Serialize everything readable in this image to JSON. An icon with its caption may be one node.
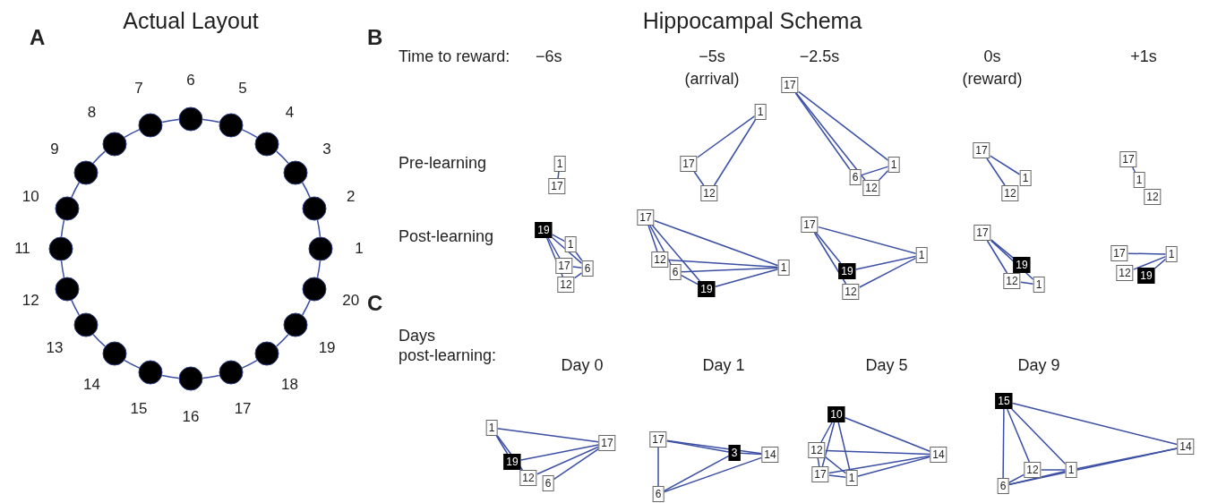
{
  "diagram": {
    "nodes": [
      {
        "text": [],
        "shape": "circle",
        "beside": [
          "1"
        ]
      },
      {
        "text": [],
        "shape": "circle",
        "beside": [
          "2"
        ]
      },
      {
        "text": [],
        "shape": "circle",
        "beside": [
          "3"
        ]
      },
      {
        "text": [],
        "shape": "circle",
        "beside": [
          "4"
        ]
      },
      {
        "text": [],
        "shape": "circle",
        "beside": [
          "5"
        ]
      },
      {
        "text": [],
        "shape": "circle",
        "beside": [
          "6"
        ]
      },
      {
        "text": [],
        "shape": "circle",
        "beside": [
          "7"
        ]
      },
      {
        "text": [],
        "shape": "circle",
        "beside": [
          "8"
        ]
      },
      {
        "text": [],
        "shape": "circle",
        "beside": [
          "9"
        ]
      },
      {
        "text": [],
        "shape": "circle",
        "beside": [
          "10"
        ]
      },
      {
        "text": [],
        "shape": "circle",
        "beside": [
          "11"
        ]
      },
      {
        "text": [],
        "shape": "circle",
        "beside": [
          "12"
        ]
      },
      {
        "text": [],
        "shape": "circle",
        "beside": [
          "13"
        ]
      },
      {
        "text": [],
        "shape": "circle",
        "beside": [
          "14"
        ]
      },
      {
        "text": [],
        "shape": "circle",
        "beside": [
          "15"
        ]
      },
      {
        "text": [],
        "shape": "circle",
        "beside": [
          "16"
        ]
      },
      {
        "text": [],
        "shape": "circle",
        "beside": [
          "17"
        ]
      },
      {
        "text": [],
        "shape": "circle",
        "beside": [
          "18"
        ]
      },
      {
        "text": [],
        "shape": "circle",
        "beside": [
          "19"
        ]
      },
      {
        "text": [],
        "shape": "circle",
        "beside": [
          "20"
        ]
      },
      {
        "text": [
          "1"
        ]
      },
      {
        "text": [
          "17"
        ]
      },
      {
        "text": [
          "19"
        ]
      },
      {
        "text": [
          "1"
        ]
      },
      {
        "text": [
          "17"
        ]
      },
      {
        "text": [
          "6"
        ]
      },
      {
        "text": [
          "12"
        ]
      },
      {
        "text": [
          "1"
        ]
      },
      {
        "text": [
          "17"
        ]
      },
      {
        "text": [
          "12"
        ]
      },
      {
        "text": [
          "17"
        ]
      },
      {
        "text": [
          "12"
        ]
      },
      {
        "text": [
          "6"
        ]
      },
      {
        "text": [
          "19"
        ]
      },
      {
        "text": [
          "1"
        ]
      },
      {
        "text": [
          "17"
        ]
      },
      {
        "text": [
          "1"
        ]
      },
      {
        "text": [
          "6"
        ]
      },
      {
        "text": [
          "12"
        ]
      },
      {
        "text": [
          "17"
        ]
      },
      {
        "text": [
          "1"
        ]
      },
      {
        "text": [
          "19"
        ]
      },
      {
        "text": [
          "12"
        ]
      },
      {
        "text": [
          "17"
        ]
      },
      {
        "text": [
          "1"
        ]
      },
      {
        "text": [
          "12"
        ]
      },
      {
        "text": [
          "17"
        ]
      },
      {
        "text": [
          "19"
        ]
      },
      {
        "text": [
          "12"
        ]
      },
      {
        "text": [
          "1"
        ]
      },
      {
        "text": [
          "17"
        ]
      },
      {
        "text": [
          "1"
        ]
      },
      {
        "text": [
          "12"
        ]
      },
      {
        "text": [
          "17"
        ]
      },
      {
        "text": [
          "12"
        ]
      },
      {
        "text": [
          "1"
        ]
      },
      {
        "text": [
          "19"
        ]
      },
      {
        "text": [
          "1"
        ]
      },
      {
        "text": [
          "17"
        ]
      },
      {
        "text": [
          "19"
        ]
      },
      {
        "text": [
          "12"
        ]
      },
      {
        "text": [
          "6"
        ]
      },
      {
        "text": [
          "17"
        ]
      },
      {
        "text": [
          "3"
        ]
      },
      {
        "text": [
          "14"
        ]
      },
      {
        "text": [
          "6"
        ]
      },
      {
        "text": [
          "10"
        ]
      },
      {
        "text": [
          "12"
        ]
      },
      {
        "text": [
          "17"
        ]
      },
      {
        "text": [
          "1"
        ]
      },
      {
        "text": [
          "14"
        ]
      },
      {
        "text": [
          "15"
        ]
      },
      {
        "text": [
          "12"
        ]
      },
      {
        "text": [
          "1"
        ]
      },
      {
        "text": [
          "6"
        ]
      },
      {
        "text": [
          "14"
        ]
      }
    ],
    "edges": [
      {
        "from": 0,
        "to": 1,
        "arrow": "none"
      },
      {
        "from": 1,
        "to": 2,
        "arrow": "none"
      },
      {
        "from": 2,
        "to": 3,
        "arrow": "none"
      },
      {
        "from": 3,
        "to": 4,
        "arrow": "none"
      },
      {
        "from": 4,
        "to": 5,
        "arrow": "none"
      },
      {
        "from": 5,
        "to": 6,
        "arrow": "none"
      },
      {
        "from": 6,
        "to": 7,
        "arrow": "none"
      },
      {
        "from": 7,
        "to": 8,
        "arrow": "none"
      },
      {
        "from": 8,
        "to": 9,
        "arrow": "none"
      },
      {
        "from": 9,
        "to": 10,
        "arrow": "none"
      },
      {
        "from": 10,
        "to": 11,
        "arrow": "none"
      },
      {
        "from": 11,
        "to": 12,
        "arrow": "none"
      },
      {
        "from": 12,
        "to": 13,
        "arrow": "none"
      },
      {
        "from": 13,
        "to": 14,
        "arrow": "none"
      },
      {
        "from": 14,
        "to": 15,
        "arrow": "none"
      },
      {
        "from": 15,
        "to": 16,
        "arrow": "none"
      },
      {
        "from": 16,
        "to": 17,
        "arrow": "none"
      },
      {
        "from": 17,
        "to": 18,
        "arrow": "none"
      },
      {
        "from": 18,
        "to": 19,
        "arrow": "none"
      },
      {
        "from": 19,
        "to": 0,
        "arrow": "none"
      },
      {
        "from": 20,
        "to": 21,
        "arrow": "none"
      },
      {
        "from": 22,
        "to": 23,
        "arrow": "none"
      },
      {
        "from": 22,
        "to": 24,
        "arrow": "none"
      },
      {
        "from": 22,
        "to": 25,
        "arrow": "none"
      },
      {
        "from": 22,
        "to": 26,
        "arrow": "none"
      },
      {
        "from": 23,
        "to": 25,
        "arrow": "none"
      },
      {
        "from": 24,
        "to": 25,
        "arrow": "none"
      },
      {
        "from": 26,
        "to": 25,
        "arrow": "none"
      },
      {
        "from": 28,
        "to": 27,
        "arrow": "none"
      },
      {
        "from": 28,
        "to": 29,
        "arrow": "none"
      },
      {
        "from": 29,
        "to": 27,
        "arrow": "none"
      },
      {
        "from": 30,
        "to": 34,
        "arrow": "none"
      },
      {
        "from": 30,
        "to": 31,
        "arrow": "none"
      },
      {
        "from": 30,
        "to": 32,
        "arrow": "none"
      },
      {
        "from": 30,
        "to": 33,
        "arrow": "none"
      },
      {
        "from": 31,
        "to": 34,
        "arrow": "none"
      },
      {
        "from": 32,
        "to": 34,
        "arrow": "none"
      },
      {
        "from": 32,
        "to": 33,
        "arrow": "none"
      },
      {
        "from": 33,
        "to": 34,
        "arrow": "none"
      },
      {
        "from": 35,
        "to": 36,
        "arrow": "none"
      },
      {
        "from": 35,
        "to": 37,
        "arrow": "none"
      },
      {
        "from": 35,
        "to": 38,
        "arrow": "none"
      },
      {
        "from": 37,
        "to": 36,
        "arrow": "none"
      },
      {
        "from": 38,
        "to": 36,
        "arrow": "none"
      },
      {
        "from": 39,
        "to": 40,
        "arrow": "none"
      },
      {
        "from": 39,
        "to": 41,
        "arrow": "none"
      },
      {
        "from": 39,
        "to": 42,
        "arrow": "none"
      },
      {
        "from": 41,
        "to": 40,
        "arrow": "none"
      },
      {
        "from": 42,
        "to": 40,
        "arrow": "none"
      },
      {
        "from": 43,
        "to": 44,
        "arrow": "none"
      },
      {
        "from": 43,
        "to": 45,
        "arrow": "none"
      },
      {
        "from": 46,
        "to": 47,
        "arrow": "none"
      },
      {
        "from": 46,
        "to": 48,
        "arrow": "none"
      },
      {
        "from": 46,
        "to": 49,
        "arrow": "none"
      },
      {
        "from": 48,
        "to": 49,
        "arrow": "none"
      },
      {
        "from": 50,
        "to": 51,
        "arrow": "none"
      },
      {
        "from": 53,
        "to": 55,
        "arrow": "none"
      },
      {
        "from": 54,
        "to": 55,
        "arrow": "none"
      },
      {
        "from": 56,
        "to": 55,
        "arrow": "none"
      },
      {
        "from": 57,
        "to": 58,
        "arrow": "none"
      },
      {
        "from": 57,
        "to": 59,
        "arrow": "none"
      },
      {
        "from": 57,
        "to": 60,
        "arrow": "none"
      },
      {
        "from": 59,
        "to": 58,
        "arrow": "none"
      },
      {
        "from": 60,
        "to": 58,
        "arrow": "none"
      },
      {
        "from": 61,
        "to": 58,
        "arrow": "none"
      },
      {
        "from": 62,
        "to": 63,
        "arrow": "none"
      },
      {
        "from": 62,
        "to": 64,
        "arrow": "none"
      },
      {
        "from": 62,
        "to": 65,
        "arrow": "none"
      },
      {
        "from": 65,
        "to": 63,
        "arrow": "none"
      },
      {
        "from": 65,
        "to": 64,
        "arrow": "none"
      },
      {
        "from": 63,
        "to": 64,
        "arrow": "none"
      },
      {
        "from": 66,
        "to": 67,
        "arrow": "none"
      },
      {
        "from": 66,
        "to": 68,
        "arrow": "none"
      },
      {
        "from": 66,
        "to": 69,
        "arrow": "none"
      },
      {
        "from": 66,
        "to": 70,
        "arrow": "none"
      },
      {
        "from": 67,
        "to": 70,
        "arrow": "none"
      },
      {
        "from": 67,
        "to": 69,
        "arrow": "none"
      },
      {
        "from": 68,
        "to": 69,
        "arrow": "none"
      },
      {
        "from": 68,
        "to": 70,
        "arrow": "none"
      },
      {
        "from": 69,
        "to": 70,
        "arrow": "none"
      },
      {
        "from": 67,
        "to": 68,
        "arrow": "none"
      },
      {
        "from": 71,
        "to": 74,
        "arrow": "none"
      },
      {
        "from": 71,
        "to": 72,
        "arrow": "none"
      },
      {
        "from": 71,
        "to": 73,
        "arrow": "none"
      },
      {
        "from": 71,
        "to": 75,
        "arrow": "none"
      },
      {
        "from": 72,
        "to": 73,
        "arrow": "none"
      },
      {
        "from": 74,
        "to": 72,
        "arrow": "none"
      },
      {
        "from": 74,
        "to": 73,
        "arrow": "none"
      },
      {
        "from": 74,
        "to": 75,
        "arrow": "none"
      },
      {
        "from": 73,
        "to": 75,
        "arrow": "none"
      }
    ],
    "labels": [
      "A",
      "Actual Layout",
      "B",
      "Hippocampal Schema",
      "Time to reward:",
      "−6s",
      "−5s",
      "(arrival)",
      "−2.5s",
      "0s",
      "(reward)",
      "+1s",
      "Pre-learning",
      "Post-learning",
      "C",
      "Days post-learning:",
      "Day 0",
      "Day 1",
      "Day 5",
      "Day 9"
    ]
  }
}
